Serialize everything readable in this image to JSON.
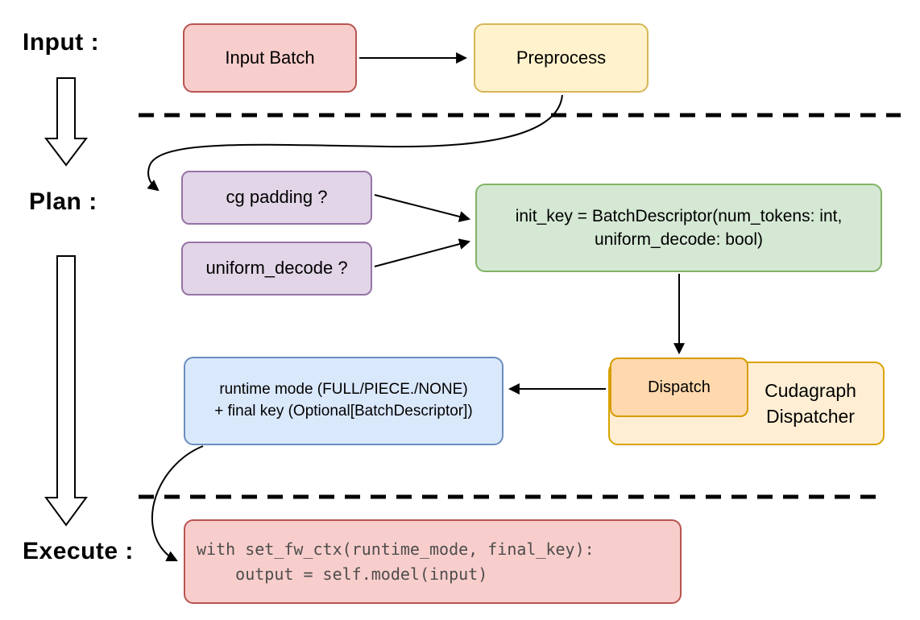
{
  "stages": {
    "input": "Input :",
    "plan": "Plan :",
    "execute": "Execute :"
  },
  "nodes": {
    "input_batch": "Input Batch",
    "preprocess": "Preprocess",
    "cg_padding": "cg padding ?",
    "uniform_decode": "uniform_decode ?",
    "init_key_line1": "init_key = BatchDescriptor(num_tokens: int,",
    "init_key_line2": "uniform_decode: bool)",
    "dispatch": "Dispatch",
    "cudagraph_line1": "Cudagraph",
    "cudagraph_line2": "Dispatcher",
    "runtime_line1": "runtime mode (FULL/PIECE./NONE)",
    "runtime_line2": "+ final key (Optional[BatchDescriptor])",
    "code_line1": "with set_fw_ctx(runtime_mode, final_key):",
    "code_line2": "    output = self.model(input)"
  },
  "colors": {
    "red_fill": "#f8cecc",
    "red_stroke": "#b85450",
    "yellow_fill": "#fff2cc",
    "yellow_stroke": "#d6b656",
    "purple_fill": "#e1d5e7",
    "purple_stroke": "#9673a6",
    "green_fill": "#d5e8d4",
    "green_stroke": "#82b366",
    "orange_light_fill": "#ffeed4",
    "orange_dark_fill": "#ffd9ad",
    "orange_stroke": "#d79b00",
    "blue_fill": "#dae8fc",
    "blue_stroke": "#6c8ebf",
    "arrow_color": "#000000",
    "code_text_color": "#4d4d4d"
  }
}
